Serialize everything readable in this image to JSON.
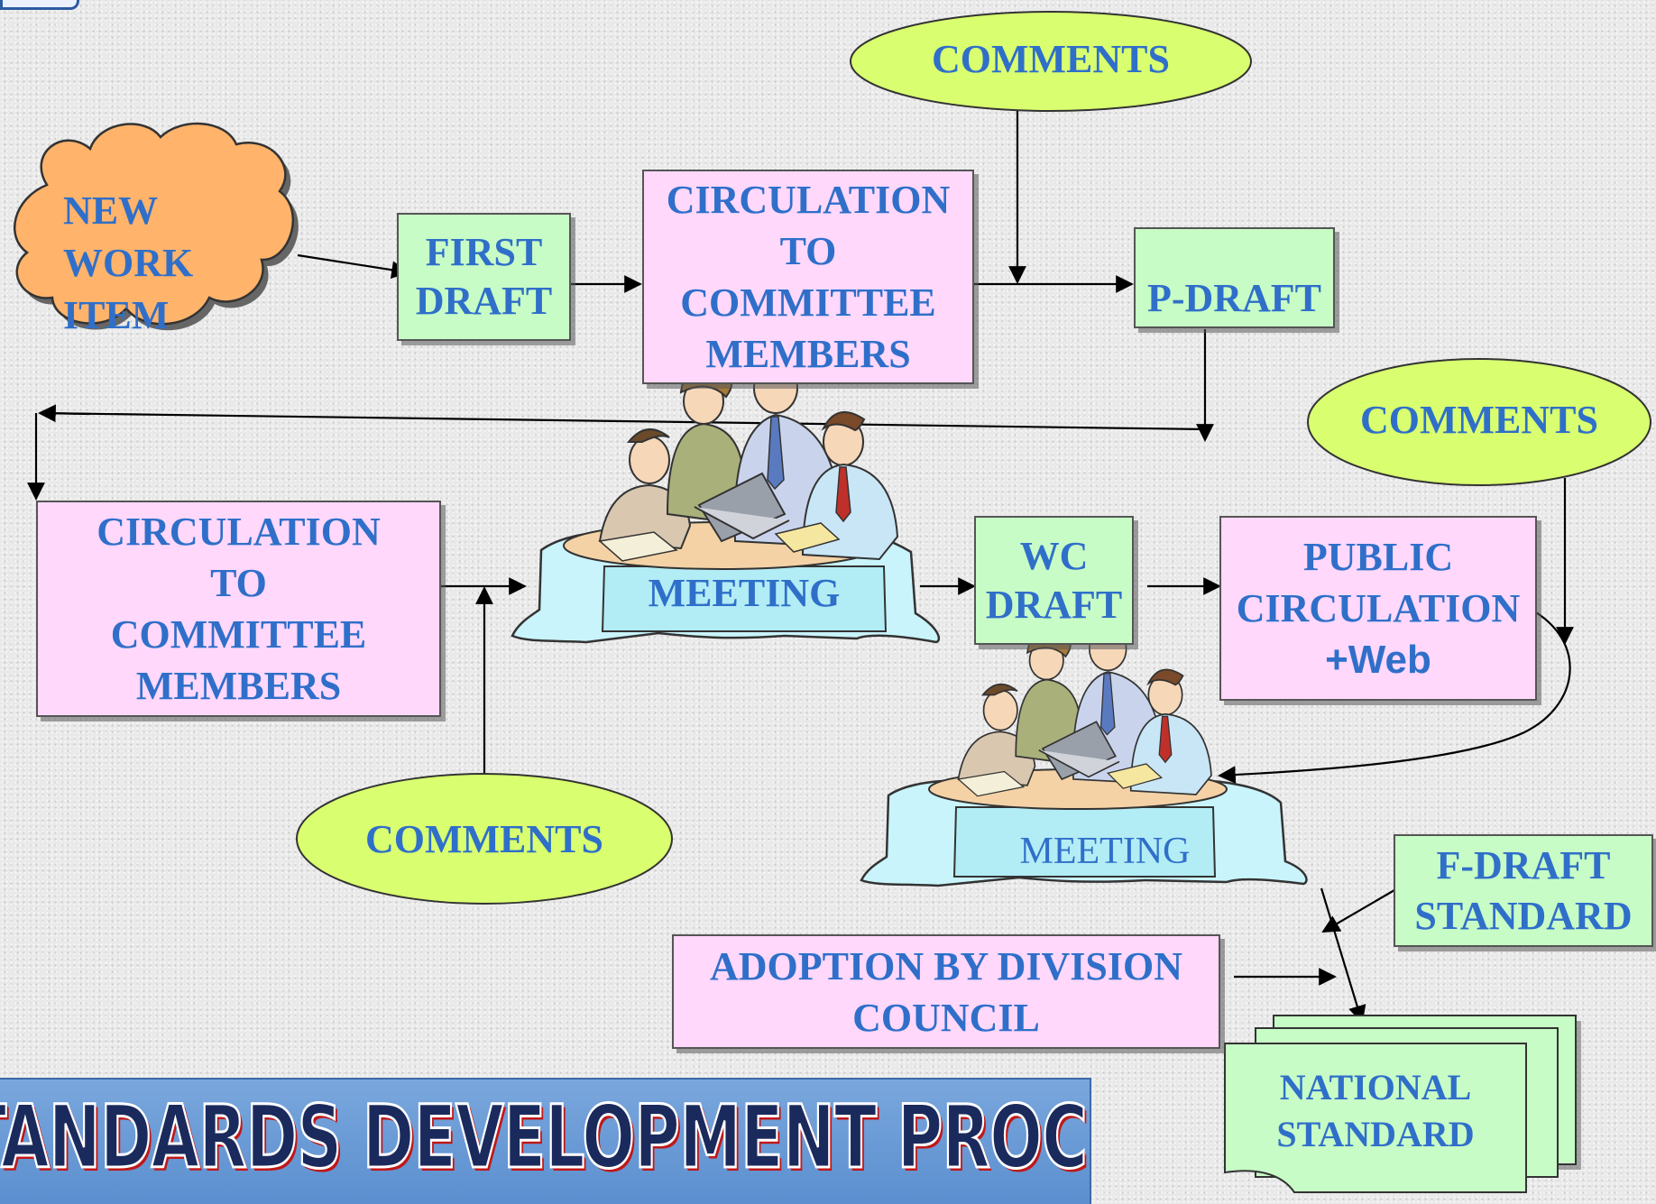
{
  "title": "TANDARDS DEVELOPMENT PROCESS",
  "nodes": {
    "new_work_item": [
      "NEW",
      "WORK",
      "ITEM"
    ],
    "first_draft": [
      "FIRST",
      "DRAFT"
    ],
    "circulation_1": [
      "CIRCULATION",
      "TO",
      "COMMITTEE",
      "MEMBERS"
    ],
    "p_draft": [
      "P-DRAFT"
    ],
    "comments_top": "COMMENTS",
    "comments_right": "COMMENTS",
    "circulation_2": [
      "CIRCULATION",
      "TO",
      "COMMITTEE",
      "MEMBERS"
    ],
    "meeting_1": "MEETING",
    "wc_draft": [
      "WC",
      "DRAFT"
    ],
    "public_circulation": [
      "PUBLIC",
      "CIRCULATION",
      "+Web"
    ],
    "comments_bottom": "COMMENTS",
    "meeting_2": "MEETING",
    "f_draft_standard": [
      "F-DRAFT",
      "STANDARD"
    ],
    "adoption": [
      "ADOPTION BY DIVISION",
      "COUNCIL"
    ],
    "national_standard": [
      "NATIONAL",
      "STANDARD"
    ]
  },
  "colors": {
    "text": "#2f6fc9",
    "pink_box": "#ffd8fb",
    "green_box": "#c8fcc6",
    "comment_ellipse": "#d9ff70",
    "cloud": "#ffb36b",
    "meeting_table": "#c9f4fb",
    "title_bar": "#6b9ad6",
    "title_text": "#1b2a5c",
    "title_shadow": "#c01818"
  }
}
